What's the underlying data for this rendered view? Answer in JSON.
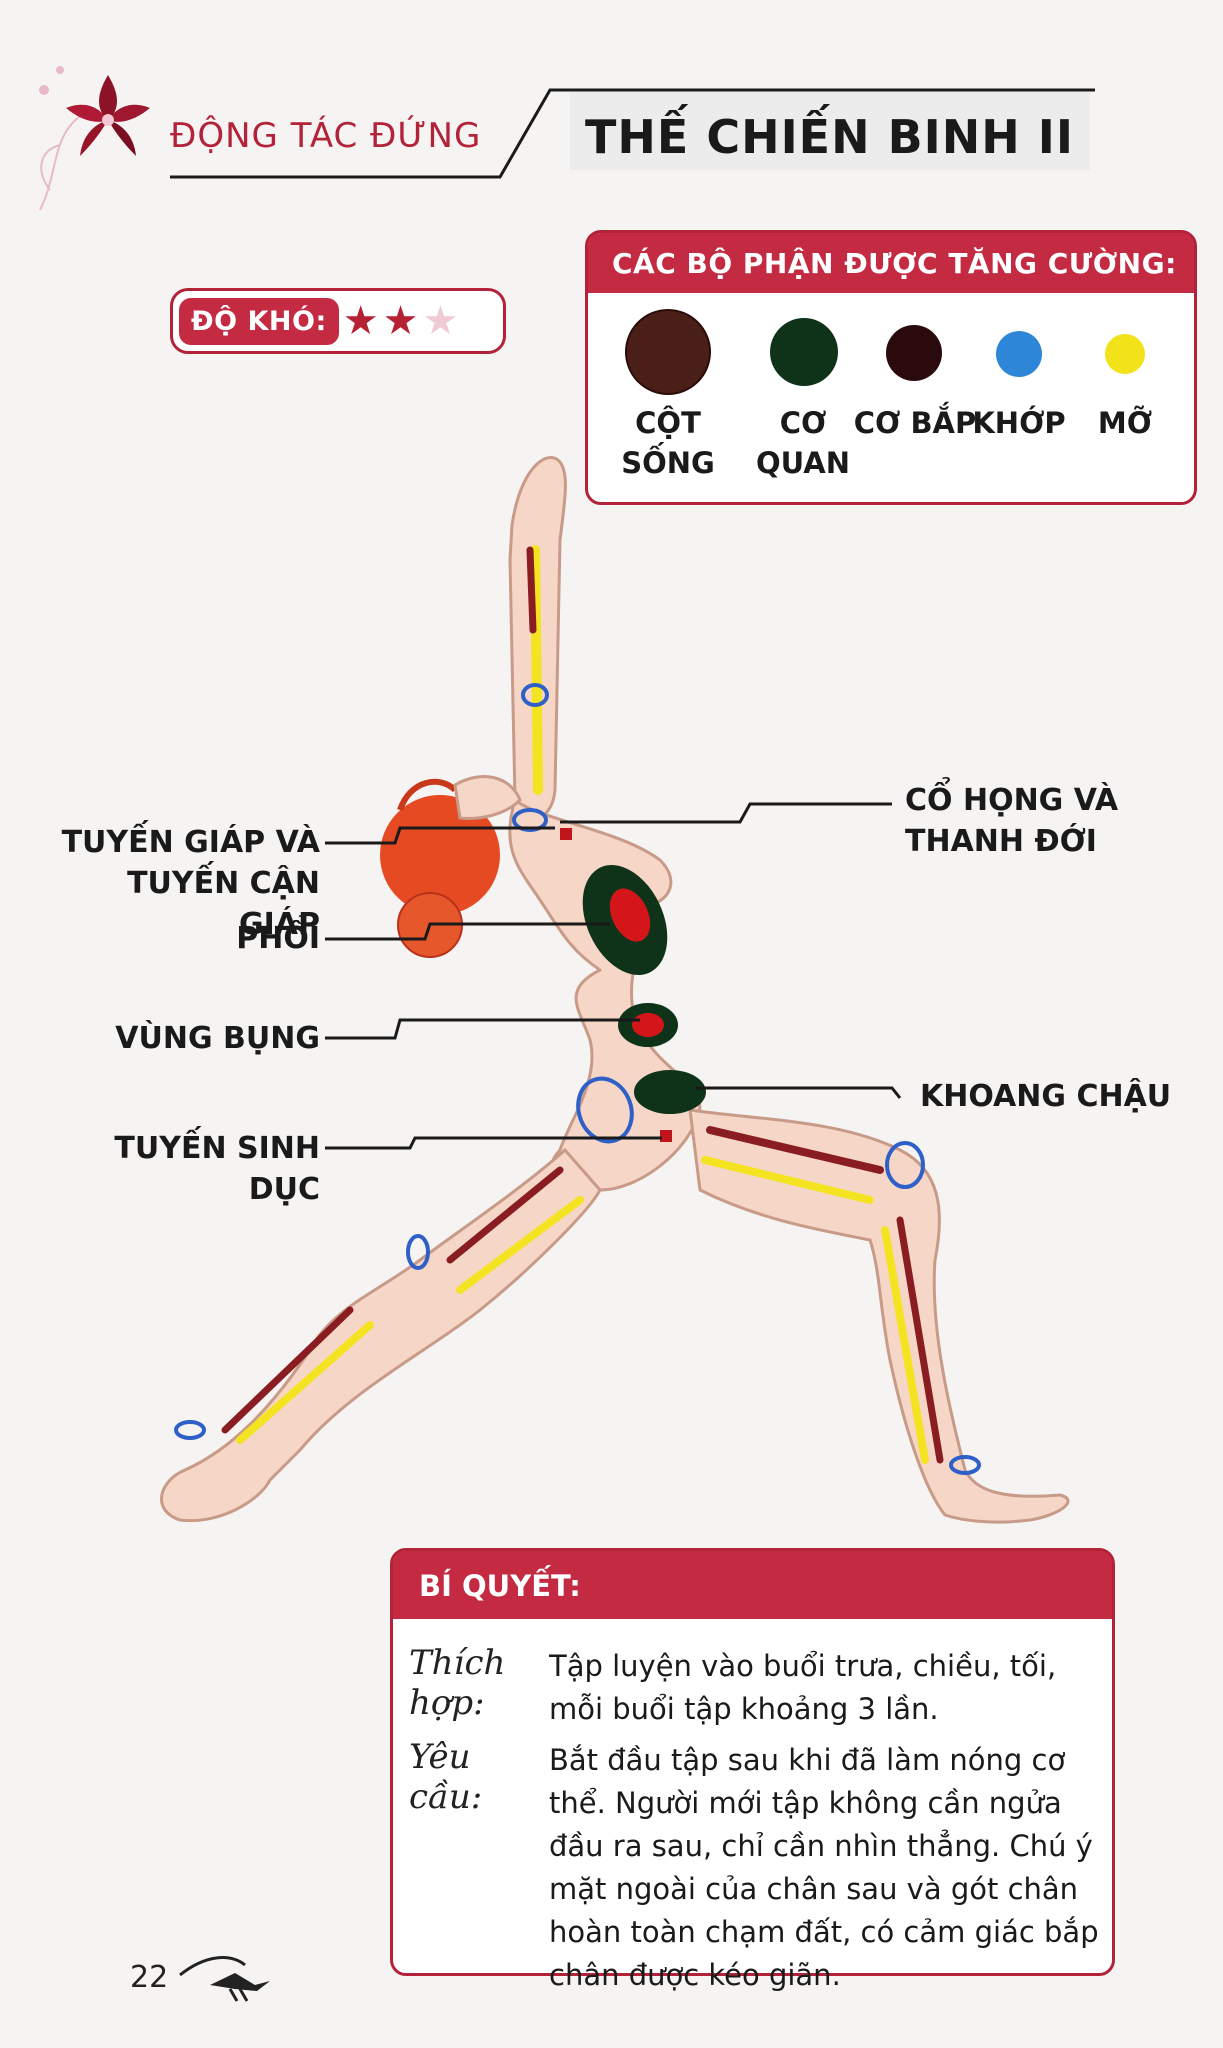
{
  "header": {
    "section_label": "ĐỘNG TÁC ĐỨNG",
    "title": "THẾ CHIẾN BINH II"
  },
  "difficulty": {
    "label": "ĐỘ KHÓ:",
    "rating": 2,
    "max": 3
  },
  "legend": {
    "title": "CÁC BỘ PHẬN ĐƯỢC TĂNG CƯỜNG:",
    "items": [
      {
        "label": "CỘT SỐNG",
        "color": "#4a1f17"
      },
      {
        "label": "CƠ QUAN",
        "color": "#0f3318"
      },
      {
        "label": "CƠ BẮP",
        "color": "#2a0a0c"
      },
      {
        "label": "KHỚP",
        "color": "#2e86d8"
      },
      {
        "label": "MỠ",
        "color": "#f2e21a"
      }
    ]
  },
  "body_labels": {
    "thyroid": "TUYẾN GIÁP VÀ TUYẾN CẬN GIÁP",
    "lungs": "PHỔI",
    "abdomen": "VÙNG BỤNG",
    "gonads": "TUYẾN SINH DỤC",
    "throat": "CỔ HỌNG VÀ THANH ĐỚI",
    "pelvis": "KHOANG CHẬU"
  },
  "tips": {
    "title": "BÍ QUYẾT:",
    "suitable_key": "Thích hợp:",
    "suitable_text": "Tập luyện vào buổi trưa, chiều, tối, mỗi buổi tập khoảng 3 lần.",
    "requirement_key": "Yêu cầu:",
    "requirement_text": "Bắt đầu tập sau khi đã làm nóng cơ thể. Người mới tập không cần ngửa đầu ra sau, chỉ cần nhìn thẳng. Chú ý mặt ngoài của chân sau và gót chân hoàn toàn chạm đất, có cảm giác bắp chân được kéo giãn."
  },
  "footer": {
    "page_number": "22"
  }
}
